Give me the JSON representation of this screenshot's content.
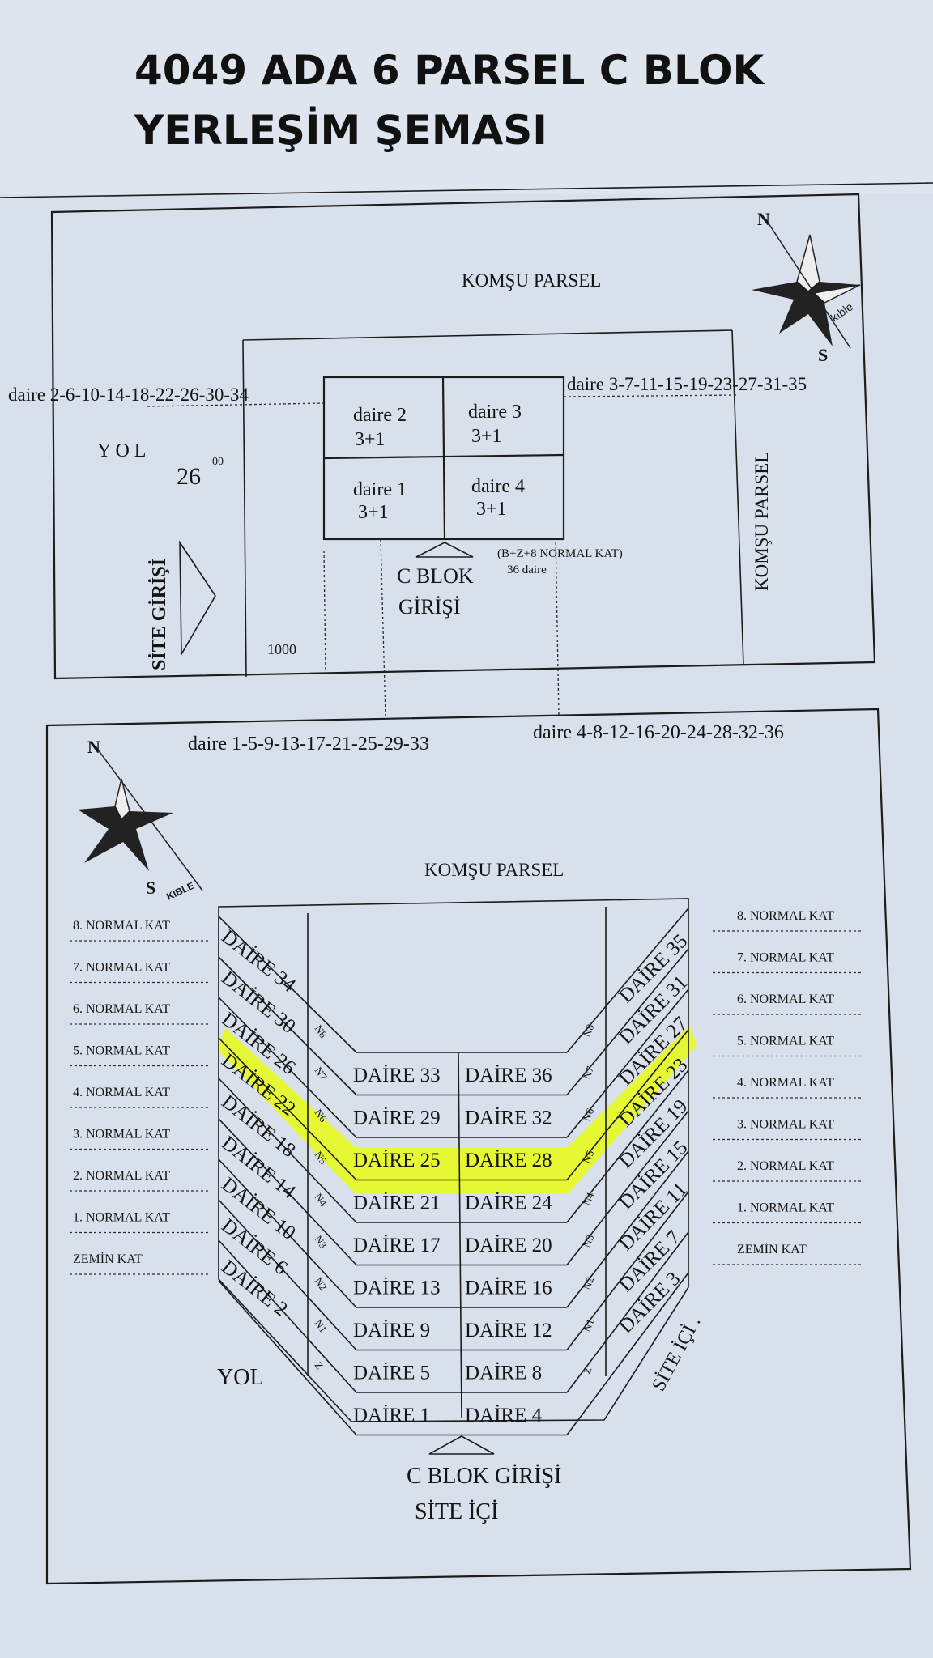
{
  "title": {
    "line1": "4049 ADA 6 PARSEL C BLOK",
    "line2": "YERLEŞİM ŞEMASI"
  },
  "top_plan": {
    "neighbor_top": "KOMŞU PARSEL",
    "neighbor_right": "KOMŞU PARSEL",
    "north_label": "N",
    "south_label": "S",
    "kible_label": "kıble",
    "left_series": "daire 2-6-10-14-18-22-26-30-34",
    "right_series": "daire 3-7-11-15-19-23-27-31-35",
    "bottom_left_series": "daire 1-5-9-13-17-21-25-29-33",
    "bottom_right_series": "daire 4-8-12-16-20-24-28-32-36",
    "road_label": "Y O L",
    "road_width": "26",
    "road_width_sup": "00",
    "site_entrance": "SİTE GİRİŞİ",
    "scale_label": "1000",
    "units": [
      {
        "name": "daire 2",
        "type": "3+1"
      },
      {
        "name": "daire 3",
        "type": "3+1"
      },
      {
        "name": "daire 1",
        "type": "3+1"
      },
      {
        "name": "daire 4",
        "type": "3+1"
      }
    ],
    "block_entrance_1": "C BLOK",
    "block_entrance_2": "GİRİŞİ",
    "block_note": "(B+Z+8 NORMAL KAT)",
    "block_count": "36 daire"
  },
  "section": {
    "neighbor": "KOMŞU PARSEL",
    "north_label": "N",
    "south_label": "S",
    "kible_label": "KIBLE",
    "floors_left": [
      "8. NORMAL KAT",
      "7. NORMAL KAT",
      "6. NORMAL KAT",
      "5. NORMAL KAT",
      "4. NORMAL KAT",
      "3. NORMAL KAT",
      "2. NORMAL KAT",
      "1. NORMAL KAT",
      "ZEMİN KAT"
    ],
    "floors_right": [
      "8. NORMAL KAT",
      "7. NORMAL KAT",
      "6. NORMAL KAT",
      "5. NORMAL KAT",
      "4. NORMAL KAT",
      "3. NORMAL KAT",
      "2. NORMAL KAT",
      "1. NORMAL KAT",
      "ZEMİN KAT"
    ],
    "floor_codes": [
      "N8",
      "N7",
      "N6",
      "N5",
      "N4",
      "N3",
      "N2",
      "N1",
      "Z"
    ],
    "center_left": [
      "DAİRE 33",
      "DAİRE 29",
      "DAİRE 25",
      "DAİRE 21",
      "DAİRE 17",
      "DAİRE 13",
      "DAİRE 9",
      "DAİRE 5",
      "DAİRE 1"
    ],
    "center_right": [
      "DAİRE 36",
      "DAİRE 32",
      "DAİRE 28",
      "DAİRE 24",
      "DAİRE 20",
      "DAİRE 16",
      "DAİRE 12",
      "DAİRE 8",
      "DAİRE 4"
    ],
    "wing_left": [
      "DAİRE 34",
      "DAİRE 30",
      "DAİRE 26",
      "DAİRE 22",
      "DAİRE 18",
      "DAİRE 14",
      "DAİRE 10",
      "DAİRE 6",
      "DAİRE 2"
    ],
    "wing_right": [
      "DAİRE 35",
      "DAİRE 31",
      "DAİRE 27",
      "DAİRE 23",
      "DAİRE 19",
      "DAİRE 15",
      "DAİRE 11",
      "DAİRE 7",
      "DAİRE 3"
    ],
    "highlight_floor": "N5",
    "highlight_color": "#e7f92a",
    "road_label": "YOL",
    "site_inside_right": "SİTE İÇİ .",
    "entrance": "C BLOK GİRİŞİ",
    "site_inside_bottom": "SİTE İÇİ"
  }
}
